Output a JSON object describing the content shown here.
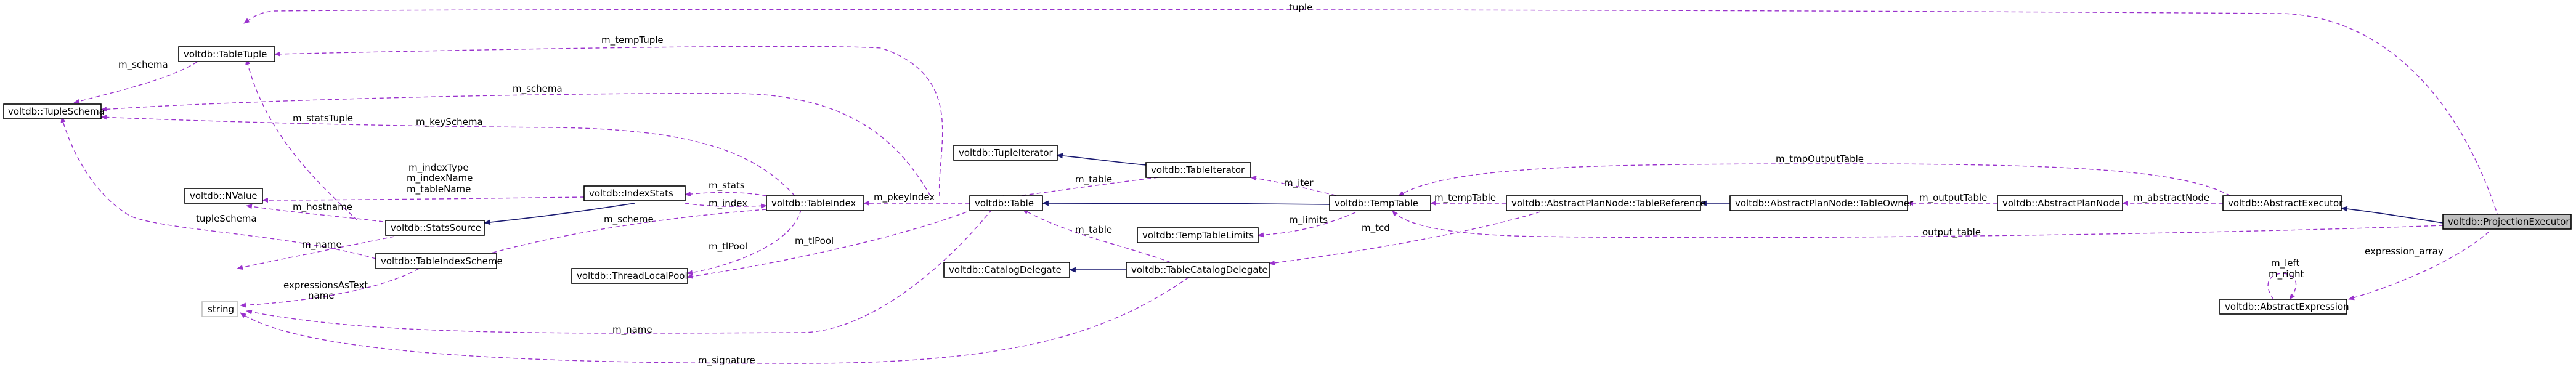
{
  "nodes": {
    "table_tuple": "voltdb::TableTuple",
    "tuple_schema": "voltdb::TupleSchema",
    "nvalue": "voltdb::NValue",
    "stats_source": "voltdb::StatsSource",
    "table_index_scheme": "voltdb::TableIndexScheme",
    "string": "string",
    "index_stats": "voltdb::IndexStats",
    "table_index": "voltdb::TableIndex",
    "thread_local_pool": "voltdb::ThreadLocalPool",
    "tuple_iterator": "voltdb::TupleIterator",
    "table": "voltdb::Table",
    "table_iterator": "voltdb::TableIterator",
    "catalog_delegate": "voltdb::CatalogDelegate",
    "table_catalog_delegate": "voltdb::TableCatalogDelegate",
    "temp_table_limits": "voltdb::TempTableLimits",
    "temp_table": "voltdb::TempTable",
    "table_reference": "voltdb::AbstractPlanNode::TableReference",
    "table_owner": "voltdb::AbstractPlanNode::TableOwner",
    "abstract_plan_node": "voltdb::AbstractPlanNode",
    "abstract_executor": "voltdb::AbstractExecutor",
    "projection_executor": "voltdb::ProjectionExecutor",
    "abstract_expression": "voltdb::AbstractExpression"
  },
  "edge_labels": {
    "tuple": "tuple",
    "m_schema_top": "m_schema",
    "m_tempTuple": "m_tempTuple",
    "m_schema_mid": "m_schema",
    "m_statsTuple": "m_statsTuple",
    "m_keySchema": "m_keySchema",
    "m_indexType": "m_indexType",
    "m_indexName": "m_indexName",
    "m_tableName": "m_tableName",
    "m_stats": "m_stats",
    "m_index": "m_index",
    "m_hostname": "m_hostname",
    "tupleSchema": "tupleSchema",
    "m_scheme": "m_scheme",
    "m_name_scheme": "m_name",
    "expressionsAsText": "expressionsAsText",
    "name": "name",
    "m_tlPool_1": "m_tlPool",
    "m_tlPool_2": "m_tlPool",
    "m_pkeyIndex": "m_pkeyIndex",
    "m_name_table": "m_name",
    "m_signature": "m_signature",
    "m_table_iter": "m_table",
    "m_table_tcd": "m_table",
    "m_iter": "m_iter",
    "m_limits": "m_limits",
    "m_tempTable": "m_tempTable",
    "m_tcd": "m_tcd",
    "m_tmpOutputTable": "m_tmpOutputTable",
    "m_outputTable": "m_outputTable",
    "m_abstractNode": "m_abstractNode",
    "output_table": "output_table",
    "expression_array": "expression_array",
    "m_left": "m_left",
    "m_right": "m_right"
  },
  "colors": {
    "dependency": "#9a32cd",
    "inheritance": "#191970",
    "focus_fill": "#bfbfbf"
  }
}
